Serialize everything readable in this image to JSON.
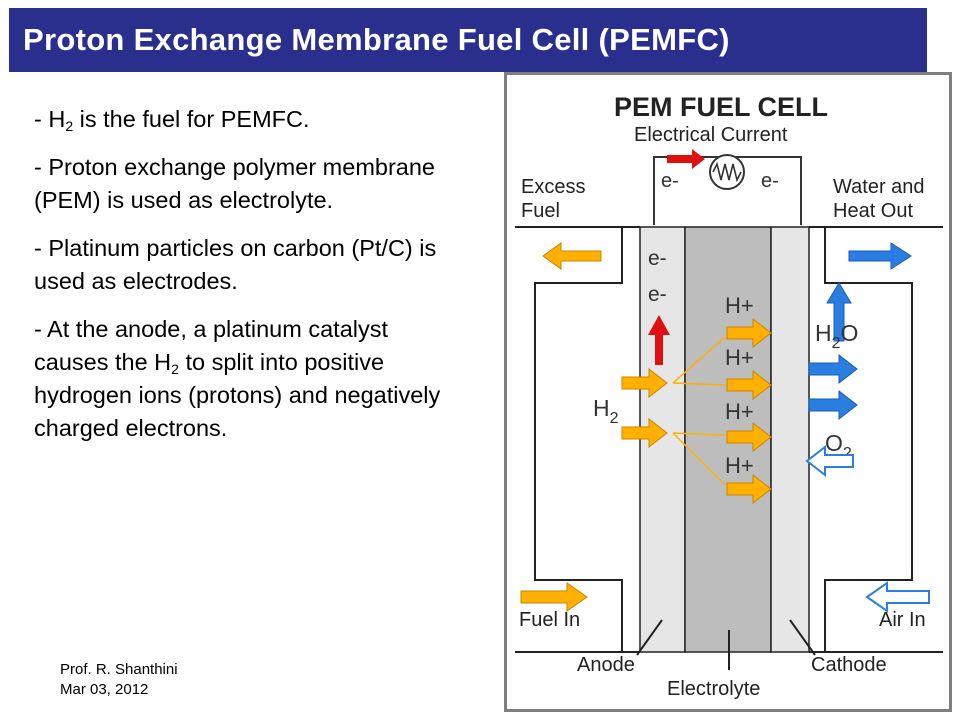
{
  "slide": {
    "title": "Proton Exchange Membrane Fuel Cell (PEMFC)",
    "bullets": [
      {
        "before": "- H",
        "sub": "2",
        "after": " is the fuel for PEMFC."
      },
      {
        "before": "- Proton exchange polymer membrane (PEM) is used as electrolyte.",
        "sub": "",
        "after": ""
      },
      {
        "before": "- Platinum particles on carbon (Pt/C) is used as electrodes.",
        "sub": "",
        "after": ""
      },
      {
        "before": "- At the anode, a platinum catalyst causes the H",
        "sub": "2",
        "after": " to split into positive hydrogen ions (protons) and negatively charged electrons."
      }
    ],
    "footer": {
      "author": "Prof. R. Shanthini",
      "date": "Mar 03, 2012"
    }
  },
  "diagram": {
    "title": "PEM FUEL CELL",
    "current_label": "Electrical Current",
    "electron_label": "e-",
    "excess_fuel": [
      "Excess",
      "Fuel"
    ],
    "water_heat_out": [
      "Water and",
      "Heat Out"
    ],
    "h2_label": "H",
    "h2_sub": "2",
    "proton_label": "H+",
    "h2o_label": "H",
    "h2o_sub": "2",
    "h2o_o": "O",
    "o2_label": "O",
    "o2_sub": "2",
    "fuel_in": "Fuel In",
    "air_in": "Air In",
    "anode": "Anode",
    "electrolyte": "Electrolyte",
    "cathode": "Cathode",
    "colors": {
      "title_bar": "#2a2f8e",
      "arrow_orange": "#ffb000",
      "arrow_blue": "#2a7de1",
      "arrow_red": "#e01010",
      "anode_fill": "#e6e6e6",
      "electrolyte_fill": "#bdbdbd"
    }
  }
}
